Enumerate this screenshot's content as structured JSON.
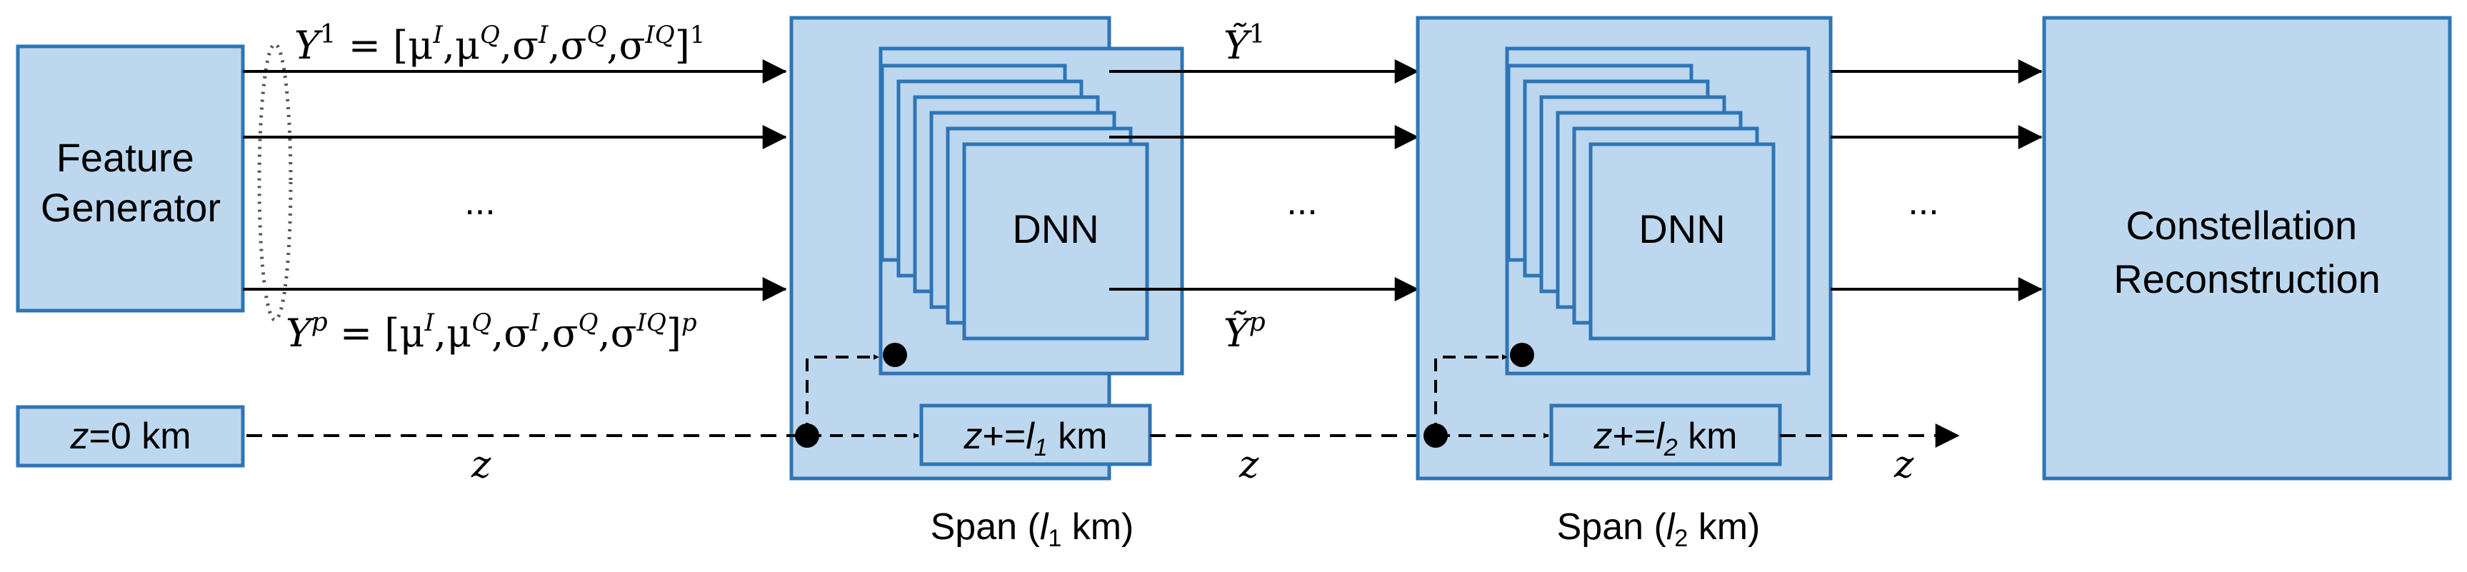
{
  "blocks": {
    "feature_generator": [
      "Feature",
      "Generator"
    ],
    "constellation": [
      "Constellation",
      "Reconstruction"
    ],
    "dnn": "DNN",
    "z_init": {
      "var": "z",
      "rest": "=0 km"
    },
    "span1_update": {
      "var": "z",
      "op": "+=",
      "len": "l",
      "sub": "1",
      "unit": " km"
    },
    "span2_update": {
      "var": "z",
      "op": "+=",
      "len": "l",
      "sub": "2",
      "unit": " km"
    }
  },
  "spans": [
    {
      "pre": "Span (",
      "len": "l",
      "sub": "1",
      "post": " km)"
    },
    {
      "pre": "Span (",
      "len": "l",
      "sub": "2",
      "post": " km)"
    }
  ],
  "features": {
    "y_first": {
      "base": "Y",
      "sup": "1",
      "expr": " = [μ",
      "tail_sup": "1"
    },
    "y_last": {
      "base": "Y",
      "sup": "p",
      "tail_sup": "p"
    },
    "components": [
      {
        "sym": "μ",
        "sup": "I"
      },
      {
        "sym": "μ",
        "sup": "Q"
      },
      {
        "sym": "σ",
        "sup": "I"
      },
      {
        "sym": "σ",
        "sup": "Q"
      },
      {
        "sym": "σ",
        "sup": "IQ"
      }
    ],
    "ytilde_first": {
      "base": "Ỹ",
      "sup": "1"
    },
    "ytilde_last": {
      "base": "Ỹ",
      "sup": "p"
    }
  },
  "ellipsis": "...",
  "z_label": "z"
}
